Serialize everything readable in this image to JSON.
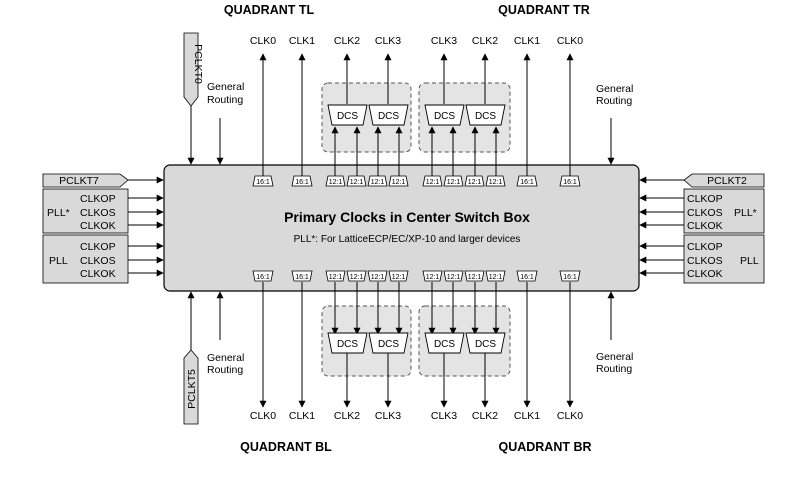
{
  "quadrants": {
    "tl": "QUADRANT TL",
    "tr": "QUADRANT TR",
    "bl": "QUADRANT BL",
    "br": "QUADRANT BR"
  },
  "center": {
    "title": "Primary Clocks in Center Switch Box",
    "note": "PLL*: For LatticeECP/EC/XP-10 and larger devices"
  },
  "clocks": {
    "top": [
      "CLK0",
      "CLK1",
      "CLK2",
      "CLK3",
      "CLK3",
      "CLK2",
      "CLK1",
      "CLK0"
    ],
    "bottom": [
      "CLK0",
      "CLK1",
      "CLK2",
      "CLK3",
      "CLK3",
      "CLK2",
      "CLK1",
      "CLK0"
    ]
  },
  "mux_labels": [
    "16:1",
    "16:1",
    "12:1",
    "12:1",
    "12:1",
    "12:1",
    "12:1",
    "12:1",
    "12:1",
    "12:1",
    "16:1",
    "16:1"
  ],
  "dcs_label": "DCS",
  "routing": {
    "top_left": [
      "General",
      "Routing"
    ],
    "top_right": [
      "General",
      "Routing"
    ],
    "bottom_left": [
      "General",
      "Routing"
    ],
    "bottom_right": [
      "General",
      "Routing"
    ]
  },
  "pclk": {
    "t0": "PCLKT0",
    "t2": "PCLKT2",
    "t5": "PCLKT5",
    "t7": "PCLKT7"
  },
  "pll": {
    "star_label": "PLL*",
    "label": "PLL",
    "outputs": [
      "CLKOP",
      "CLKOS",
      "CLKOK"
    ]
  }
}
